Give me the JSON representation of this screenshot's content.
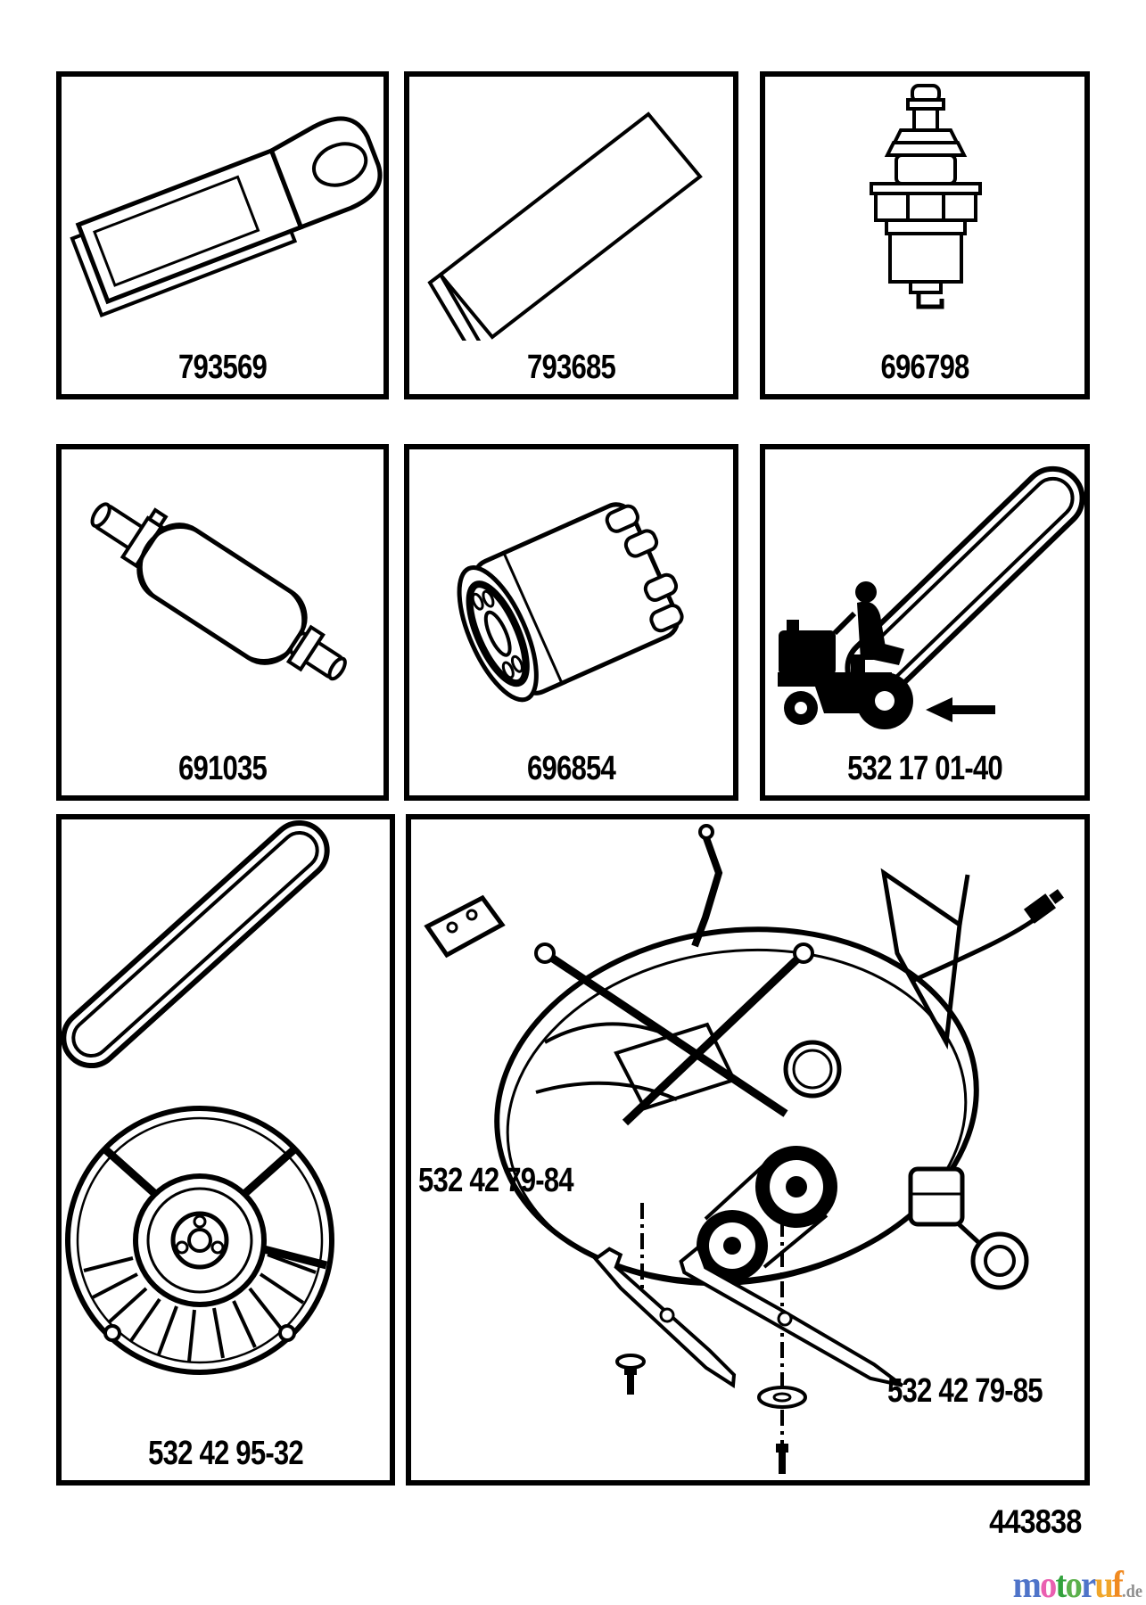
{
  "panels": {
    "air_filter": {
      "part_number": "793569"
    },
    "pre_cleaner": {
      "part_number": "793685"
    },
    "spark_plug": {
      "part_number": "696798"
    },
    "fuel_filter": {
      "part_number": "691035"
    },
    "oil_filter": {
      "part_number": "696854"
    },
    "ground_drive_belt": {
      "part_number": "532 17 01-40"
    },
    "deck_belt_mandrel": {
      "part_number": "532 42 95-32"
    },
    "mower_deck": {
      "blade_left_part_number": "532 42 79-84",
      "blade_right_part_number": "532 42 79-85"
    }
  },
  "footer": {
    "figure_number": "443838"
  },
  "logo": {
    "letters": [
      {
        "char": "m",
        "color": "#4f74c9"
      },
      {
        "char": "o",
        "color": "#ea5fb1"
      },
      {
        "char": "t",
        "color": "#33a23d"
      },
      {
        "char": "o",
        "color": "#5cb04c"
      },
      {
        "char": "r",
        "color": "#4f74c9"
      },
      {
        "char": "u",
        "color": "#f0a62a"
      },
      {
        "char": "f",
        "color": "#f08a21"
      }
    ],
    "suffix": ".de",
    "suffix_color": "#8f8f8f"
  },
  "colors": {
    "line": "#000000",
    "background": "#ffffff"
  }
}
